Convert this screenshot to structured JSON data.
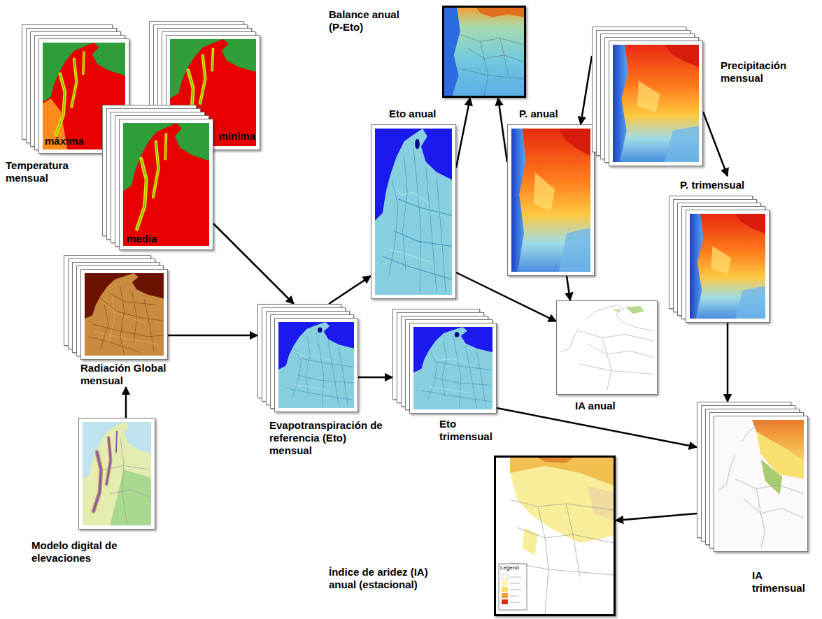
{
  "diagram": {
    "nodes": [
      {
        "text": [
          "máxima"
        ]
      },
      {
        "text": [
          "mínima"
        ]
      },
      {
        "text": [
          "media"
        ]
      },
      {
        "text": [
          "Radiación Global mensual"
        ]
      },
      {
        "text": [
          "Modelo digital de elevaciones"
        ]
      },
      {
        "text": [
          "Evapotranspiración de referencia (Eto) mensual"
        ]
      },
      {
        "text": [
          "Eto anual"
        ]
      },
      {
        "text": [
          "Eto trimensual"
        ]
      },
      {
        "text": [
          "Balance anual (P-Eto)"
        ]
      },
      {
        "text": [
          "P. anual"
        ]
      },
      {
        "text": [
          "Precipitación mensual"
        ]
      },
      {
        "text": [
          "P. trimensual"
        ]
      },
      {
        "text": [
          "IA anual"
        ]
      },
      {
        "text": [
          "IA trimensual"
        ]
      },
      {
        "text": [
          "Índice de aridez (IA) anual (estacional)"
        ]
      }
    ],
    "edges": [
      {
        "from": 4,
        "to": 3,
        "arrow": "to"
      },
      {
        "from": 3,
        "to": 5,
        "arrow": "to"
      },
      {
        "from": 2,
        "to": 5,
        "arrow": "to"
      },
      {
        "from": 5,
        "to": 6,
        "arrow": "to"
      },
      {
        "from": 5,
        "to": 7,
        "arrow": "to"
      },
      {
        "from": 6,
        "to": 8,
        "arrow": "to"
      },
      {
        "from": 9,
        "to": 8,
        "arrow": "to"
      },
      {
        "from": 10,
        "to": 9,
        "arrow": "to"
      },
      {
        "from": 10,
        "to": 11,
        "arrow": "to"
      },
      {
        "from": 6,
        "to": 12,
        "arrow": "to"
      },
      {
        "from": 9,
        "to": 12,
        "arrow": "to"
      },
      {
        "from": 11,
        "to": 13,
        "arrow": "to"
      },
      {
        "from": 7,
        "to": 13,
        "arrow": "to"
      },
      {
        "from": 13,
        "to": 14,
        "arrow": "to"
      }
    ],
    "labels": [
      "Temperatura mensual",
      "Legend"
    ]
  }
}
